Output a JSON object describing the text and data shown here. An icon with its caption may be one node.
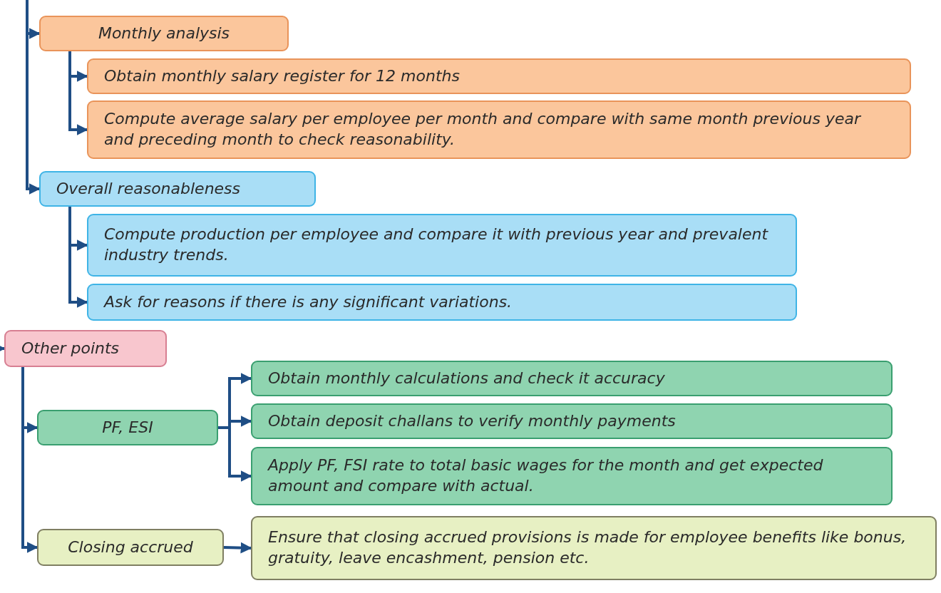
{
  "diagram": {
    "nodes": [
      {
        "text": [
          "Monthly analysis"
        ]
      },
      {
        "text": [
          "Obtain monthly salary register for 12 months"
        ]
      },
      {
        "text": [
          "Compute average salary per employee per month and compare with same month previous year and preceding month to check reasonability."
        ]
      },
      {
        "text": [
          "Overall reasonableness"
        ]
      },
      {
        "text": [
          "Compute production per employee and compare it with previous year and prevalent industry trends."
        ]
      },
      {
        "text": [
          "Ask for reasons if there is any significant variations."
        ]
      },
      {
        "text": [
          "Other points"
        ]
      },
      {
        "text": [
          "PF, ESI"
        ]
      },
      {
        "text": [
          "Obtain monthly calculations and check it accuracy"
        ]
      },
      {
        "text": [
          "Obtain deposit challans to verify monthly payments"
        ]
      },
      {
        "text": [
          "Apply PF, FSI rate to total basic wages for the month and get expected amount and compare with actual."
        ]
      },
      {
        "text": [
          "Closing accrued"
        ]
      },
      {
        "text": [
          "Ensure that closing accrued provisions is made for employee benefits like bonus, gratuity, leave encashment, pension etc."
        ]
      }
    ],
    "edges": [
      {
        "from": null,
        "to": 0,
        "arrow": "to"
      },
      {
        "from": null,
        "to": 3,
        "arrow": "to"
      },
      {
        "from": 0,
        "to": 1,
        "arrow": "to"
      },
      {
        "from": 0,
        "to": 2,
        "arrow": "to"
      },
      {
        "from": 3,
        "to": 4,
        "arrow": "to"
      },
      {
        "from": 3,
        "to": 5,
        "arrow": "to"
      },
      {
        "from": null,
        "to": 6,
        "arrow": "to"
      },
      {
        "from": 6,
        "to": 7,
        "arrow": "to"
      },
      {
        "from": 6,
        "to": 11,
        "arrow": "to"
      },
      {
        "from": 7,
        "to": 8,
        "arrow": "to"
      },
      {
        "from": 7,
        "to": 9,
        "arrow": "to"
      },
      {
        "from": 7,
        "to": 10,
        "arrow": "to"
      },
      {
        "from": 11,
        "to": 12,
        "arrow": "to"
      }
    ]
  }
}
